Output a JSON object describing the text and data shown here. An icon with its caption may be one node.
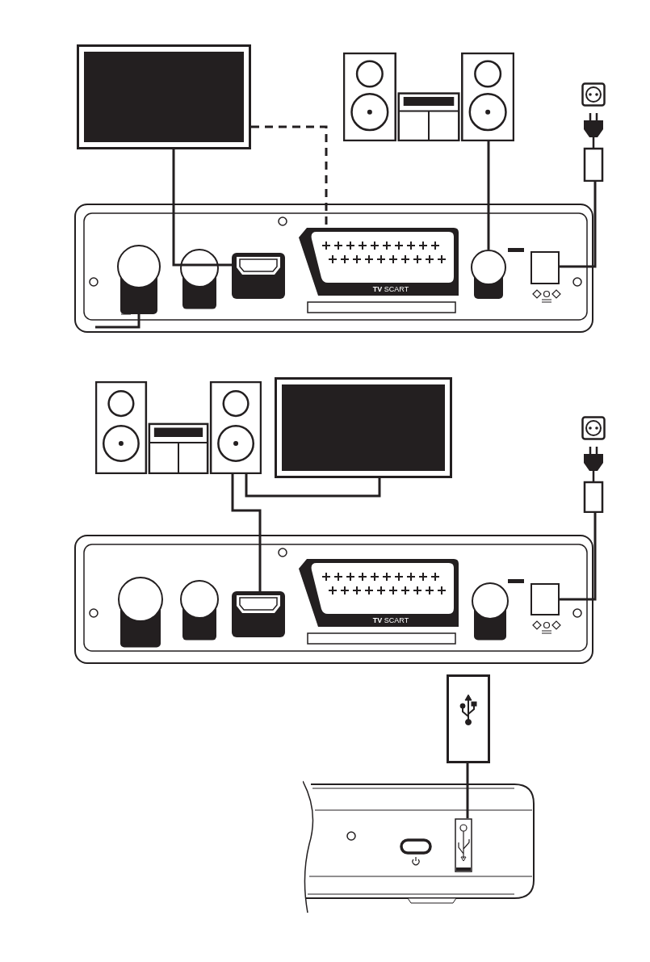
{
  "diagram": {
    "nodes": [
      {
        "text": [],
        "shape": "picture"
      },
      {
        "text": [],
        "shape": "picture"
      },
      {
        "text": [],
        "shape": "picture"
      },
      {
        "text": [],
        "shape": "picture"
      },
      {
        "text": [],
        "shape": "box"
      },
      {
        "text": [],
        "shape": "circle",
        "in": 4
      },
      {
        "text": [],
        "shape": "box",
        "in": 4
      },
      {
        "text": [
          "**TV** SCART"
        ],
        "in": 4
      },
      {
        "text": [],
        "shape": "circle",
        "in": 4
      },
      {
        "text": [],
        "shape": "box",
        "in": 4
      },
      {
        "text": [],
        "shape": "picture"
      },
      {
        "text": [],
        "shape": "picture"
      },
      {
        "text": [],
        "shape": "picture"
      },
      {
        "text": [],
        "shape": "picture"
      },
      {
        "text": [],
        "shape": "box"
      },
      {
        "text": [],
        "shape": "box",
        "in": 14
      },
      {
        "text": [
          "**TV** SCART"
        ],
        "in": 14
      },
      {
        "text": [],
        "shape": "box",
        "in": 14
      },
      {
        "text": [],
        "shape": "picture"
      },
      {
        "text": [],
        "shape": "box"
      },
      {
        "text": [],
        "shape": "box",
        "in": 19
      }
    ],
    "edges": [
      {
        "from": 5,
        "to": null,
        "arrow": "none"
      },
      {
        "from": 0,
        "to": 6,
        "arrow": "none"
      },
      {
        "from": 0,
        "to": 7,
        "arrow": "none",
        "style": "dashed"
      },
      {
        "from": 1,
        "to": 8,
        "arrow": "none"
      },
      {
        "from": 3,
        "to": 9,
        "arrow": "none"
      },
      {
        "from": 10,
        "to": 15,
        "arrow": "none"
      },
      {
        "from": 11,
        "to": 10,
        "arrow": "none"
      },
      {
        "from": 13,
        "to": 17,
        "arrow": "none"
      },
      {
        "from": 18,
        "to": 20,
        "arrow": "none"
      }
    ]
  }
}
